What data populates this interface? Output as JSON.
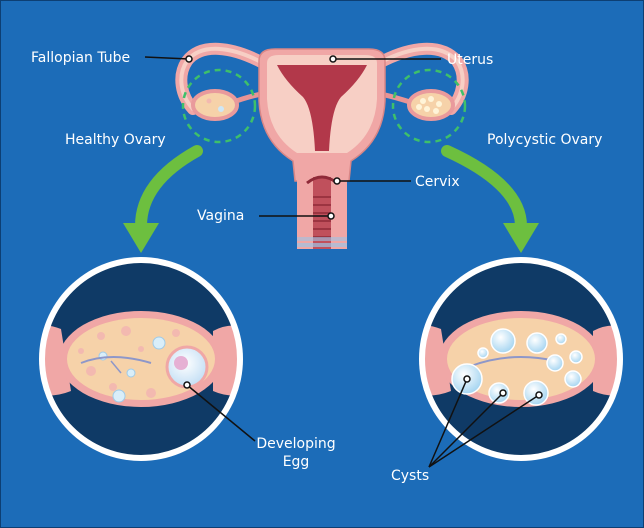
{
  "labels": {
    "fallopian_tube": "Fallopian Tube",
    "uterus": "Uterus",
    "healthy_ovary": "Healthy Ovary",
    "polycystic_ovary": "Polycystic Ovary",
    "cervix": "Cervix",
    "vagina": "Vagina",
    "developing_egg_line1": "Developing",
    "developing_egg_line2": "Egg",
    "cysts": "Cysts"
  },
  "colors": {
    "background": "#1c6cb8",
    "tissue_pink": "#f0a7a6",
    "tissue_light": "#f7cfc5",
    "uterus_cavity": "#b2384a",
    "ovary_fill": "#f6d2a9",
    "circle_dark": "#0f3a66",
    "arrow_green": "#6dbf3f",
    "dashed_circle": "#3ec06a",
    "cyst_blue": "#bfe2f7"
  },
  "icons": [
    "down-arrow-icon"
  ]
}
